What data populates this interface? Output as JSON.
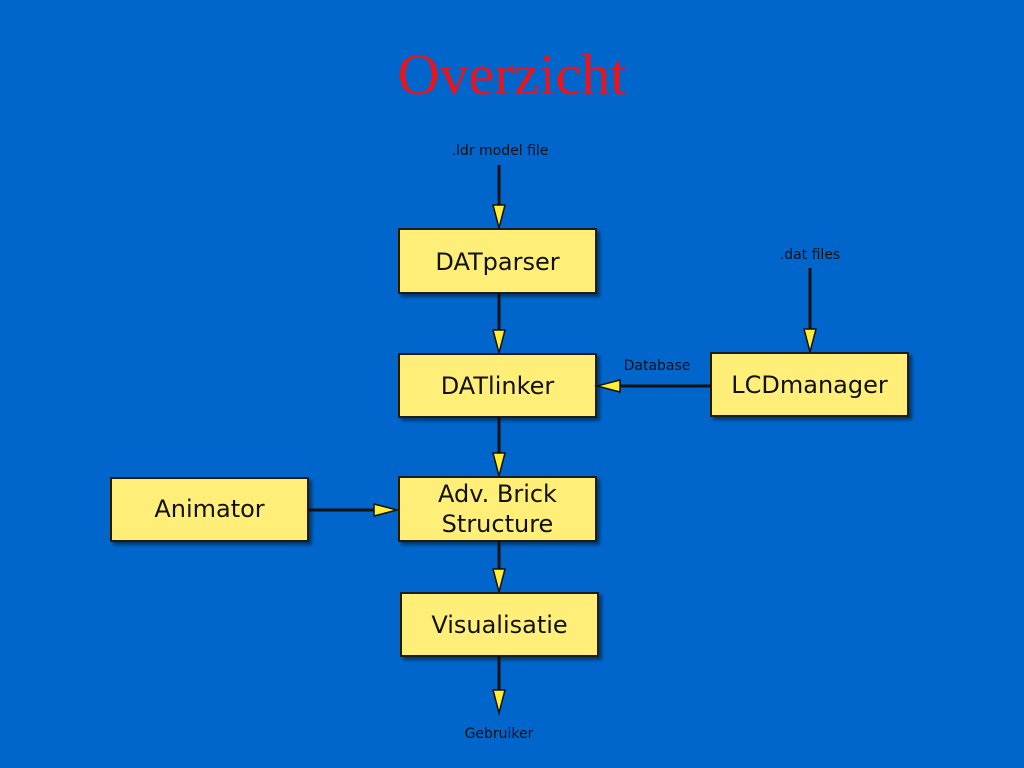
{
  "slide": {
    "title": "Overzicht"
  },
  "diagram": {
    "nodes": {
      "datparser": "DATparser",
      "datlinker": "DATlinker",
      "lcdmanager": "LCDmanager",
      "animator": "Animator",
      "adv_brick_line1": "Adv. Brick",
      "adv_brick_line2": "Structure",
      "visualisatie": "Visualisatie"
    },
    "labels": {
      "ldr_input": ".ldr model file",
      "dat_files": ".dat files",
      "database": "Database",
      "gebruiker": "Gebruiker"
    },
    "colors": {
      "background": "#0066cc",
      "title": "#e8141e",
      "box_fill": "#ffee77",
      "arrow_head": "#ffee33"
    }
  }
}
